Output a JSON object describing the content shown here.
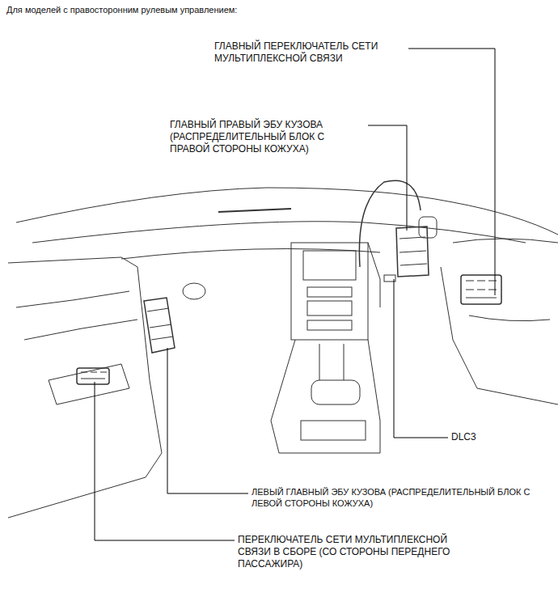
{
  "diagram": {
    "title": "Для моделей с правосторонним рулевым управлением:",
    "labels": [
      "ГЛАВНЫЙ ПЕРЕКЛЮЧАТЕЛЬ СЕТИ МУЛЬТИПЛЕКСНОЙ СВЯЗИ",
      "ГЛАВНЫЙ ПРАВЫЙ ЭБУ КУЗОВА (РАСПРЕДЕЛИТЕЛЬНЫЙ БЛОК С ПРАВОЙ СТОРОНЫ КОЖУХА)",
      "DLC3",
      "ЛЕВЫЙ ГЛАВНЫЙ ЭБУ КУЗОВА (РАСПРЕДЕЛИТЕЛЬНЫЙ БЛОК С ЛЕВОЙ СТОРОНЫ КОЖУХА)",
      "ПЕРЕКЛЮЧАТЕЛЬ СЕТИ МУЛЬТИПЛЕКСНОЙ СВЯЗИ В СБОРЕ (СО СТОРОНЫ ПЕРЕДНЕГО ПАССАЖИРА)"
    ]
  }
}
